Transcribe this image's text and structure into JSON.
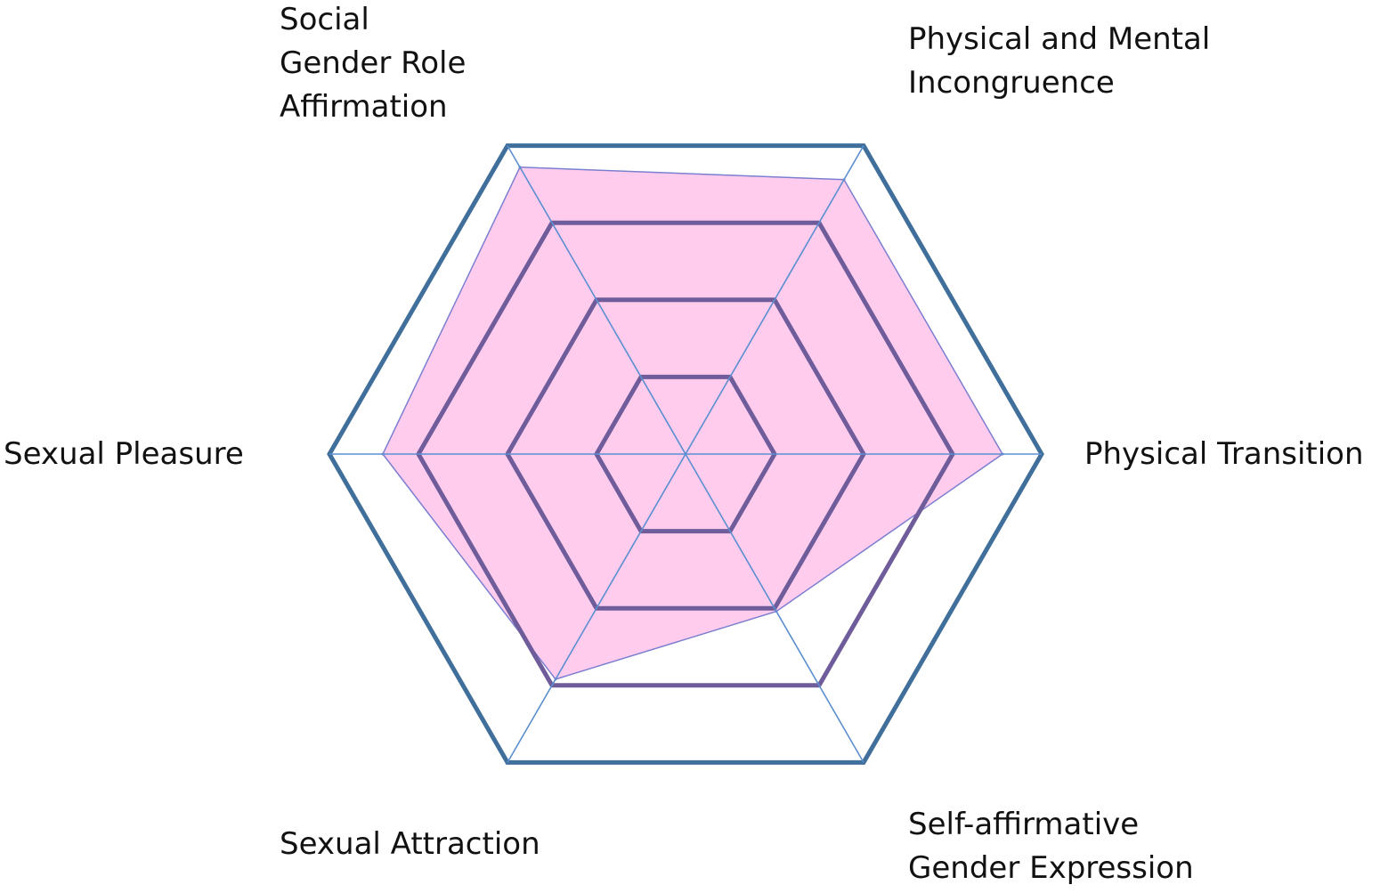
{
  "chart_data": {
    "type": "radar",
    "axes": [
      [
        "Physical and Mental",
        "Incongruence"
      ],
      [
        "Physical Transition"
      ],
      [
        "Self-affirmative",
        "Gender Expression"
      ],
      [
        "Sexual Attraction"
      ],
      [
        "Sexual Pleasure"
      ],
      [
        "Social",
        "Gender Role",
        "Affirmation"
      ]
    ],
    "rings": [
      0.25,
      0.5,
      0.75,
      1.0
    ],
    "series": [
      {
        "values": [
          0.89,
          0.89,
          0.51,
          0.73,
          0.85,
          0.93
        ]
      }
    ],
    "grid": true,
    "legend": "none",
    "colors": {
      "grid_ring": "#3f6f9a",
      "inner_ring": "#6f5c9a",
      "spoke": "#5b8fd0",
      "fill": "#ffccee",
      "edge": "#7b7fd0"
    }
  }
}
